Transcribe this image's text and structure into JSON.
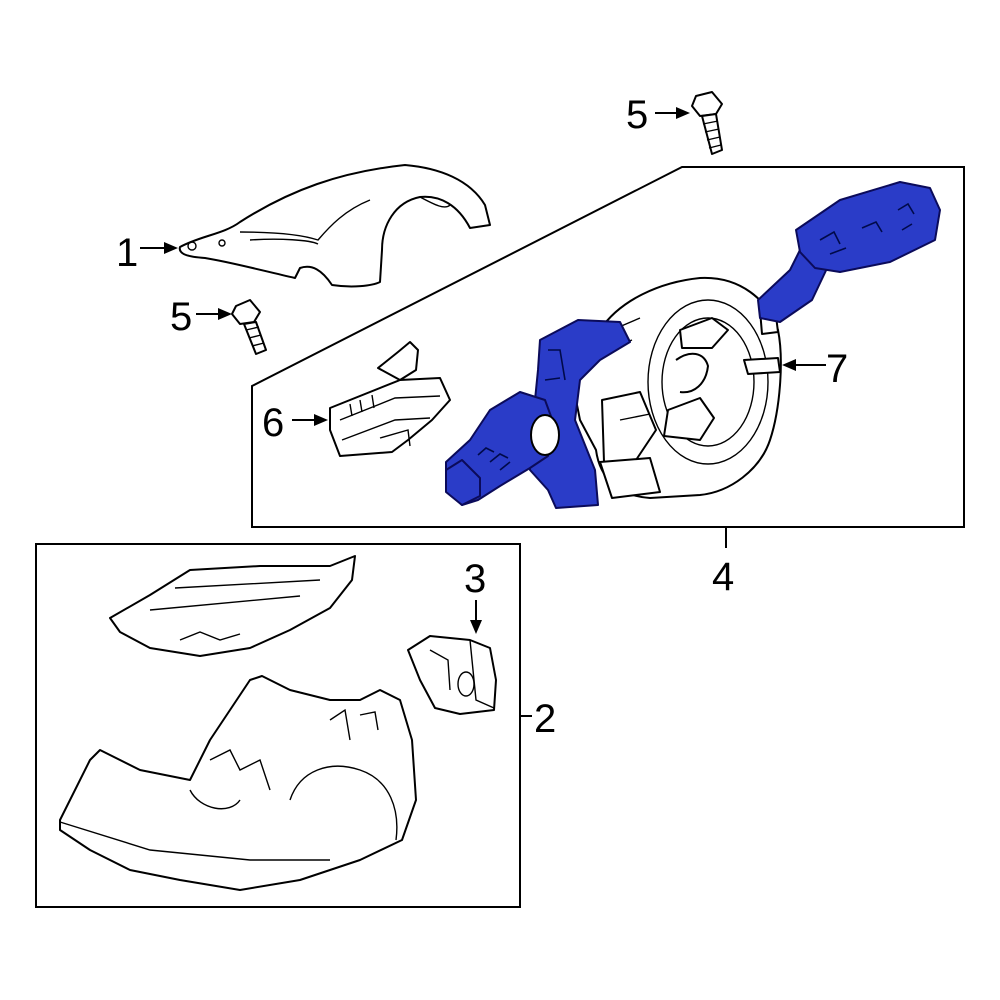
{
  "callouts": {
    "c1": "1",
    "c2": "2",
    "c3": "3",
    "c4": "4",
    "c5a": "5",
    "c5b": "5",
    "c6": "6",
    "c7": "7"
  },
  "colors": {
    "highlight": "#2a3cc8",
    "line": "#000000",
    "background": "#ffffff"
  }
}
